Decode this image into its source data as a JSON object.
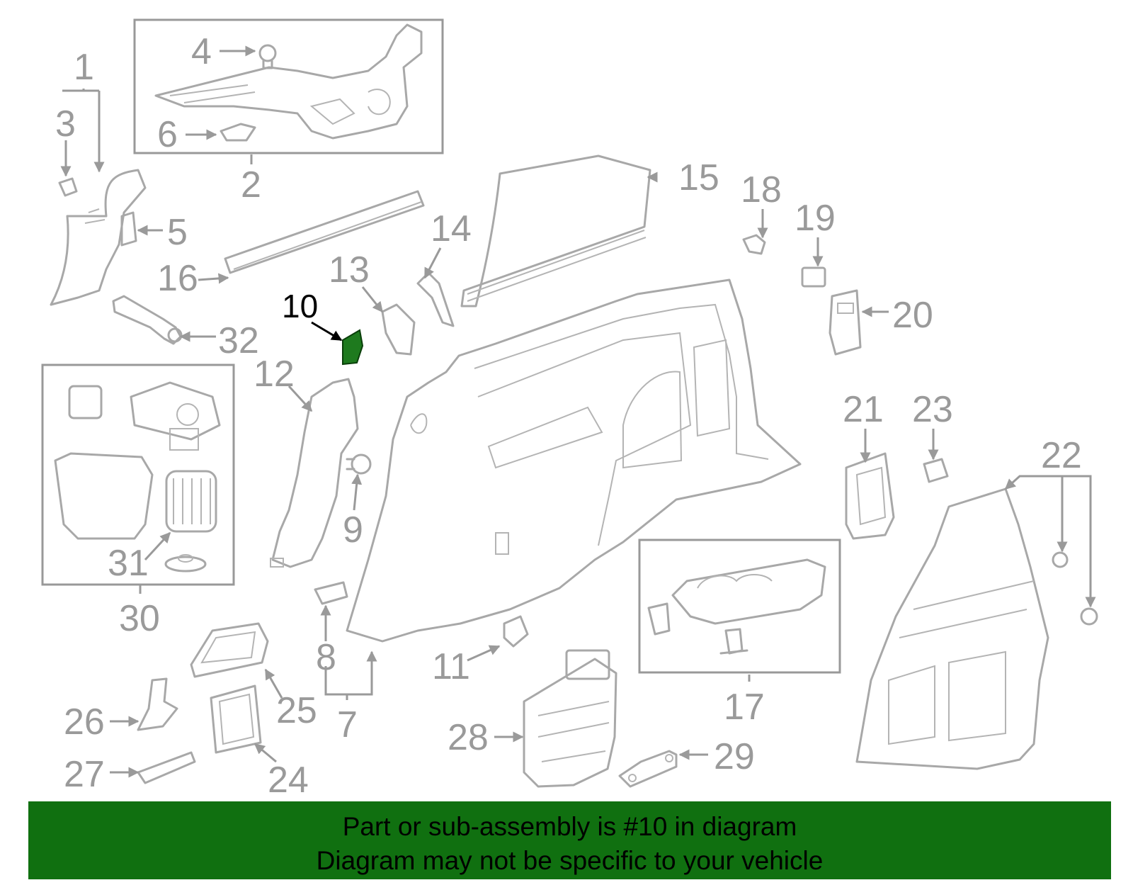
{
  "callouts": {
    "c1": "1",
    "c2": "2",
    "c3": "3",
    "c4": "4",
    "c5": "5",
    "c6": "6",
    "c7": "7",
    "c8": "8",
    "c9": "9",
    "c10": "10",
    "c11": "11",
    "c12": "12",
    "c13": "13",
    "c14": "14",
    "c15": "15",
    "c16": "16",
    "c17": "17",
    "c18": "18",
    "c19": "19",
    "c20": "20",
    "c21": "21",
    "c22": "22",
    "c23": "23",
    "c24": "24",
    "c25": "25",
    "c26": "26",
    "c27": "27",
    "c28": "28",
    "c29": "29",
    "c30": "30",
    "c31": "31",
    "c32": "32"
  },
  "highlighted_part": "10",
  "colors": {
    "highlight": "#107010",
    "line": "#a8a8a8",
    "label": "#9a9a9a"
  },
  "banner": {
    "line1": "Part or sub-assembly is #10 in diagram",
    "line2": "Diagram may not be specific to your vehicle"
  }
}
